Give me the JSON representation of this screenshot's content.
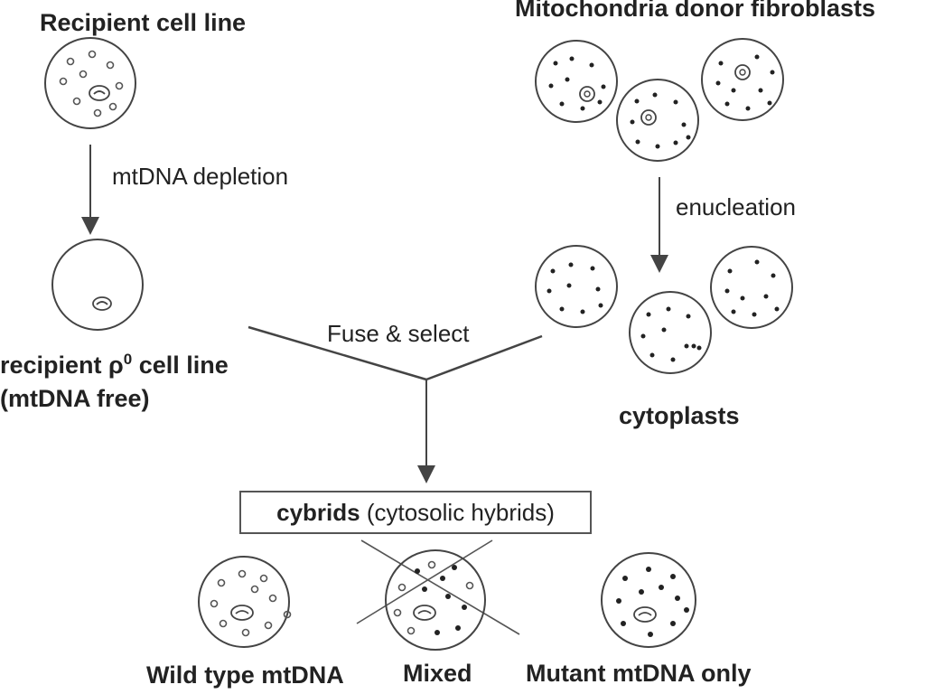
{
  "labels": {
    "recipient_cell_line": "Recipient cell line",
    "mito_donor": "Mitochondria donor fibroblasts",
    "mtdna_depletion": "mtDNA depletion",
    "enucleation": "enucleation",
    "fuse_select": "Fuse & select",
    "rho_prefix": "recipient ",
    "rho_symbol": "ρ",
    "rho_superscript": "0",
    "rho_suffix": " cell line",
    "mtdna_free": "(mtDNA free)",
    "cytoplasts": "cytoplasts",
    "cybrids_bold": "cybrids",
    "cybrids_rest": " (cytosolic hybrids)",
    "wild_type": "Wild type mtDNA",
    "mixed": "Mixed",
    "mutant_only": "Mutant mtDNA only"
  },
  "colors": {
    "line": "#444444",
    "text": "#222222",
    "background": "#ffffff"
  }
}
